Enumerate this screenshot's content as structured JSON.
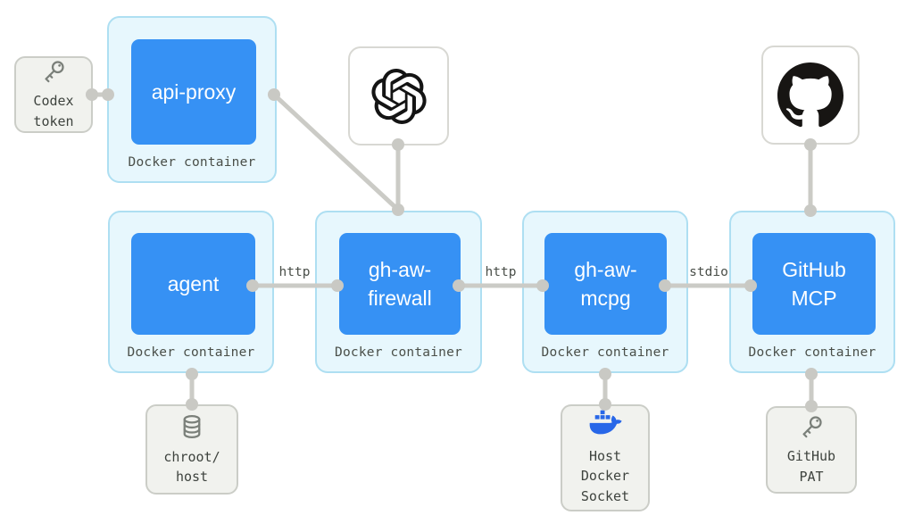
{
  "colors": {
    "node_blue": "#3691f4",
    "container_fill": "#e7f7fd",
    "container_border": "#aedff2",
    "gray_node_fill": "#f1f2ee",
    "connector_gray": "#cbcbc6",
    "docker_icon_blue": "#2867e8"
  },
  "nodes": {
    "codex_token": {
      "label": "Codex\ntoken",
      "icon": "key-icon"
    },
    "api_proxy": {
      "title": "api-proxy",
      "container_label": "Docker container"
    },
    "openai": {
      "icon": "openai-logo"
    },
    "github": {
      "icon": "github-logo"
    },
    "agent": {
      "title": "agent",
      "container_label": "Docker container"
    },
    "gh_aw_firewall": {
      "title": "gh-aw-\nfirewall",
      "container_label": "Docker container"
    },
    "gh_aw_mcpg": {
      "title": "gh-aw-\nmcpg",
      "container_label": "Docker container"
    },
    "github_mcp": {
      "title": "GitHub\nMCP",
      "container_label": "Docker container"
    },
    "chroot_host": {
      "label": "chroot/\nhost",
      "icon": "database-icon"
    },
    "host_docker_socket": {
      "label": "Host\nDocker\nSocket",
      "icon": "docker-whale-icon"
    },
    "github_pat": {
      "label": "GitHub\nPAT",
      "icon": "key-icon"
    }
  },
  "edges": [
    {
      "from": "agent",
      "to": "gh-aw-firewall",
      "label": "http"
    },
    {
      "from": "gh-aw-firewall",
      "to": "gh-aw-mcpg",
      "label": "http"
    },
    {
      "from": "gh-aw-mcpg",
      "to": "GitHub MCP",
      "label": "stdio"
    },
    {
      "from": "Codex token",
      "to": "api-proxy",
      "label": ""
    },
    {
      "from": "api-proxy",
      "to": "gh-aw-firewall",
      "label": ""
    },
    {
      "from": "openai-logo",
      "to": "gh-aw-firewall",
      "label": ""
    },
    {
      "from": "github-logo",
      "to": "GitHub MCP",
      "label": ""
    },
    {
      "from": "agent",
      "to": "chroot/host",
      "label": ""
    },
    {
      "from": "gh-aw-mcpg",
      "to": "Host Docker Socket",
      "label": ""
    },
    {
      "from": "GitHub MCP",
      "to": "GitHub PAT",
      "label": ""
    }
  ]
}
